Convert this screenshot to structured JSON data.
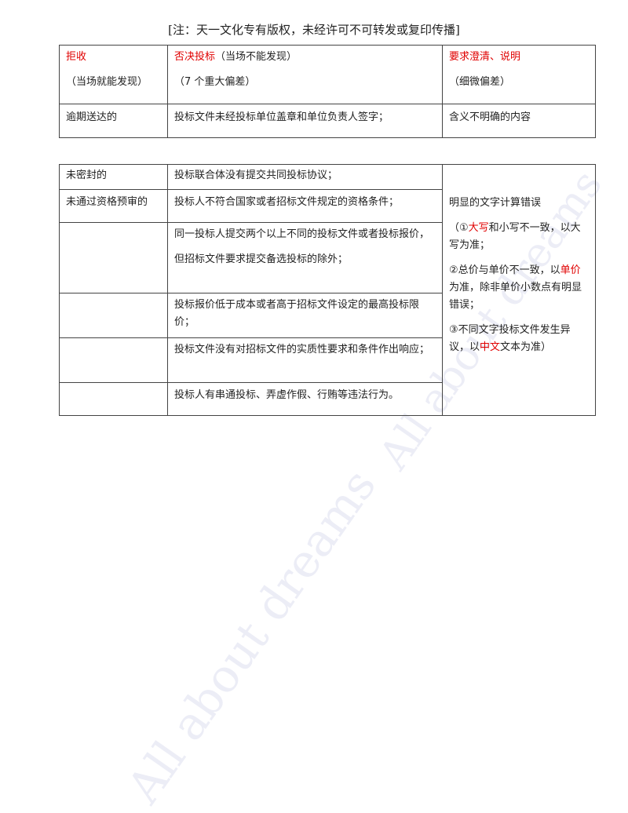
{
  "note": "[注：天一文化专有版权，未经许可不可转发或复印传播]",
  "watermark_text": "All about dreams",
  "header": {
    "col1_title": "拒收",
    "col1_sub": "（当场就能发现）",
    "col2_title": "否决投标",
    "col2_title_note": "（当场不能发现）",
    "col2_sub": "（7 个重大偏差）",
    "col3_title": "要求澄清、说明",
    "col3_sub": "（细微偏差）"
  },
  "row1": {
    "reject": "逾期送达的",
    "veto": "投标文件未经投标单位盖章和单位负责人签字；",
    "clarify": "含义不明确的内容"
  },
  "rows": [
    {
      "reject": "未密封的",
      "veto": [
        "投标联合体没有提交共同投标协议；"
      ]
    },
    {
      "reject": "未通过资格预审的",
      "veto": [
        "投标人不符合国家或者招标文件规定的资格条件；"
      ]
    },
    {
      "reject": "",
      "veto": [
        "同一投标人提交两个以上不同的投标文件或者投标报价，",
        "但招标文件要求提交备选投标的除外；"
      ]
    },
    {
      "reject": "",
      "veto": [
        "投标报价低于成本或者高于招标文件设定的最高投标限价；"
      ]
    },
    {
      "reject": "",
      "veto": [
        "投标文件没有对招标文件的实质性要求和条件作出响应；"
      ]
    },
    {
      "reject": "",
      "veto": [
        "投标人有串通投标、弄虚作假、行贿等违法行为。"
      ]
    }
  ],
  "clarify_block": {
    "heading": "明显的文字计算错误",
    "item1_pre": "（①",
    "item1_red": "大写",
    "item1_post": "和小写不一致，以大写为准；",
    "item2_pre": "②总价与单价不一致，以",
    "item2_red": "单价",
    "item2_post": "为准，除非单价小数点有明显错误；",
    "item3_pre": "③不同文字投标文件发生异议，以",
    "item3_red": "中文",
    "item3_post": "文本为准）"
  }
}
